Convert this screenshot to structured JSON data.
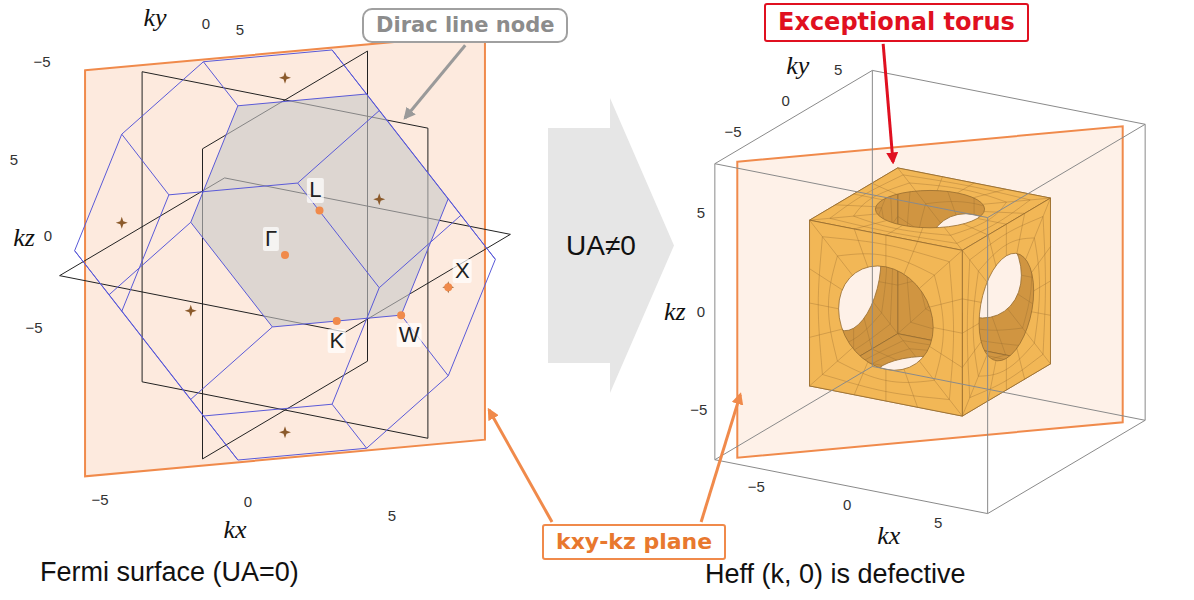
{
  "diagram": {
    "nodes": [
      {
        "text": [
          "Dirac line node"
        ]
      },
      {
        "text": [
          "Exceptional torus"
        ]
      },
      {
        "text": [
          "UA≠0"
        ]
      },
      {
        "text": [
          "kxy-kz plane"
        ]
      }
    ],
    "labels": [
      "ky",
      "−5",
      "0",
      "5",
      "5",
      "kz",
      "0",
      "−5",
      "−5",
      "kx",
      "0",
      "5",
      "L",
      "Γ",
      "X",
      "K",
      "W",
      "Fermi surface (UA=0)",
      "ky",
      "−5",
      "0",
      "5",
      "5",
      "kz",
      "0",
      "−5",
      "−5",
      "kx",
      "0",
      "5",
      "Heff (k, 0) is defective"
    ]
  }
}
